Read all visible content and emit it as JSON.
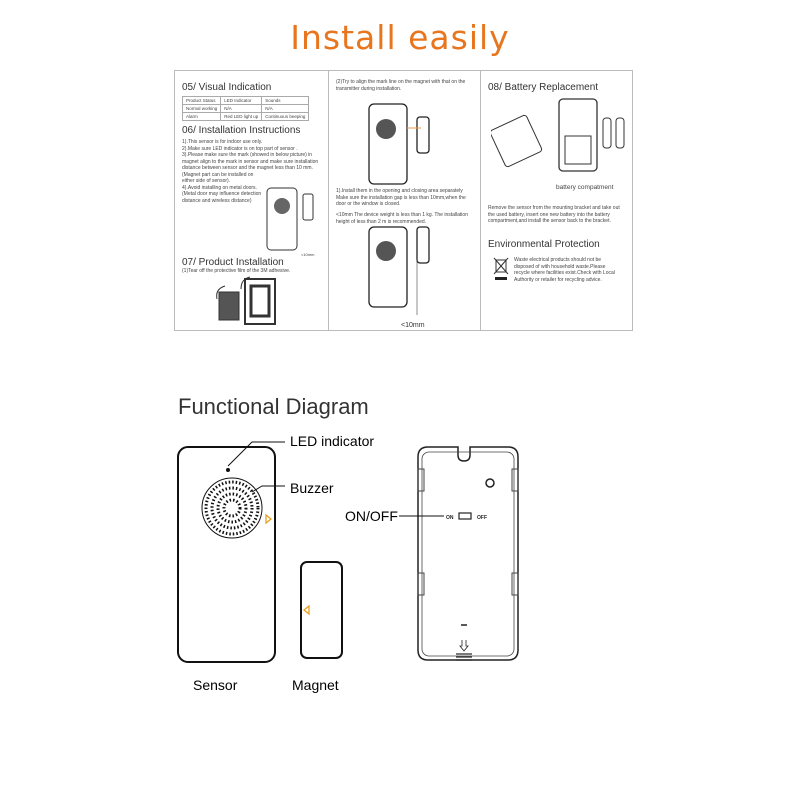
{
  "title": "Install easily",
  "accent_color": "#e8761e",
  "manual": {
    "visual_indication": {
      "heading": "05/ Visual Indication",
      "table": {
        "headers": [
          "Product Status",
          "LED Indicator",
          "Sounds"
        ],
        "rows": [
          [
            "Normal working",
            "N/A",
            "N/A"
          ],
          [
            "Alarm",
            "Red LED light up",
            "Continuous beeping"
          ]
        ]
      }
    },
    "installation_instructions": {
      "heading": "06/ Installation Instructions",
      "lines": [
        "1).This sensor is for indoor use only.",
        "2).Make sure LED indicator is on top part of sensor .",
        "3).Please make sure the mark (showed in below picture) in magnet align to the mark in sensor and make sure installation distance between sensor and the magnet less than 10 mm.",
        "(Magnet part can be installed on either side of sensor).",
        "4).Avoid installing on metal doors. (Metal door may influence detection distance and wireless distance)"
      ],
      "gap_label": "<10mm"
    },
    "product_installation": {
      "heading": "07/ Product Installation",
      "text": "(1)Tear off the protective film of the 3M adhesive."
    },
    "alignment": {
      "text1": "(2)Try to align the mark line on the magnet with that on the transmitter during installation.",
      "text2": "1).Install them in the opening and closing area separately Make sure the installation gap is less than 10mm,when the door or the window is closed.",
      "text3": "<10mm The device weight is less than 1 kg. The installation height of less than 2 m is recommended.",
      "gap_label": "<10mm"
    },
    "battery": {
      "heading": "08/ Battery Replacement",
      "caption": "battery compatment",
      "text": "Remove the sensor from the mounting bracket and take out the used battery, insert one new battery into the battery compartment,and install the sensor back to the bracket."
    },
    "environment": {
      "heading": "Environmental Protection",
      "icon": "crossed-bin-icon",
      "text": "Waste electrical products should not be disposed of with household waste.Please recycle where facilities exist.Check with Local Authority or retailer for recycling advice."
    }
  },
  "functional_diagram": {
    "title": "Functional Diagram",
    "led_label": "LED indicator",
    "buzzer_label": "Buzzer",
    "sensor_label": "Sensor",
    "magnet_label": "Magnet",
    "switch_label": "ON/OFF",
    "switch_on": "ON",
    "switch_off": "OFF"
  }
}
